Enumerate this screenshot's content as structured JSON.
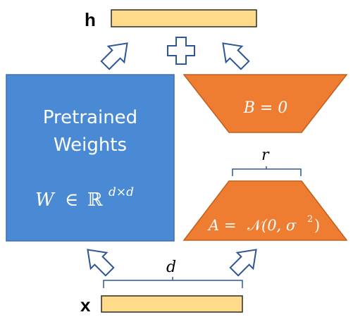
{
  "labels": {
    "output": "h",
    "input": "x",
    "pretrained_line1": "Pretrained",
    "pretrained_line2": "Weights",
    "weight_W": "W",
    "weight_in": "∈",
    "weight_R": "ℝ",
    "weight_exp": "d×d",
    "B_eq": "B = 0",
    "A_left": "A = ",
    "A_N": "𝒩",
    "A_args": "(0, σ",
    "A_sq": "2",
    "A_close": ")",
    "rank": "r",
    "dim": "d"
  },
  "colors": {
    "pretrained": "#4a8ad4",
    "pretrained_border": "#3a6fb0",
    "lora": "#ee7d31",
    "lora_border": "#c05f1a",
    "vector": "#fddb8a",
    "vector_border": "#2b2b2b",
    "arrow": "#2e5597",
    "text_light": "#ffffff",
    "text_dark": "#000000"
  },
  "icons": [
    "plus-icon",
    "up-arrow-icon"
  ]
}
